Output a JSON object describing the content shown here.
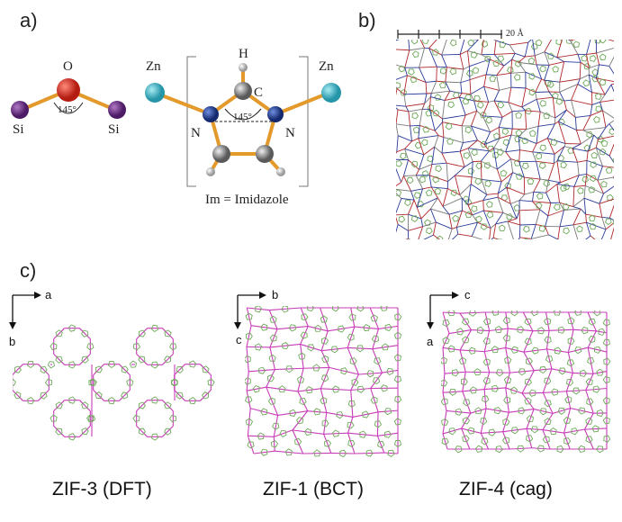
{
  "panels": {
    "a": {
      "label": "a)"
    },
    "b": {
      "label": "b)",
      "scale_text": "20 Å"
    },
    "c": {
      "label": "c)"
    }
  },
  "silica": {
    "oxygen": "O",
    "si_left": "Si",
    "si_right": "Si",
    "angle": "145°"
  },
  "imidazolate": {
    "zn_left": "Zn",
    "zn_right": "Zn",
    "h": "H",
    "c": "C",
    "n_left": "N",
    "n_right": "N",
    "angle": "145°",
    "caption": "Im = Imidazole"
  },
  "zifs": [
    {
      "caption": "ZIF-3 (DFT)",
      "axis_h": "a",
      "axis_v": "b"
    },
    {
      "caption": "ZIF-1 (BCT)",
      "axis_h": "b",
      "axis_v": "c"
    },
    {
      "caption": "ZIF-4 (cag)",
      "axis_h": "c",
      "axis_v": "a"
    }
  ],
  "colors": {
    "oxygen": "#d42a1e",
    "silicon": "#6a2a84",
    "zinc": "#3fb3c4",
    "nitrogen": "#1f3b8f",
    "carbon": "#8a8a8a",
    "bond": "#e39a2a",
    "framework_edge": "#c83cb8",
    "linker": "#6ea95a"
  }
}
